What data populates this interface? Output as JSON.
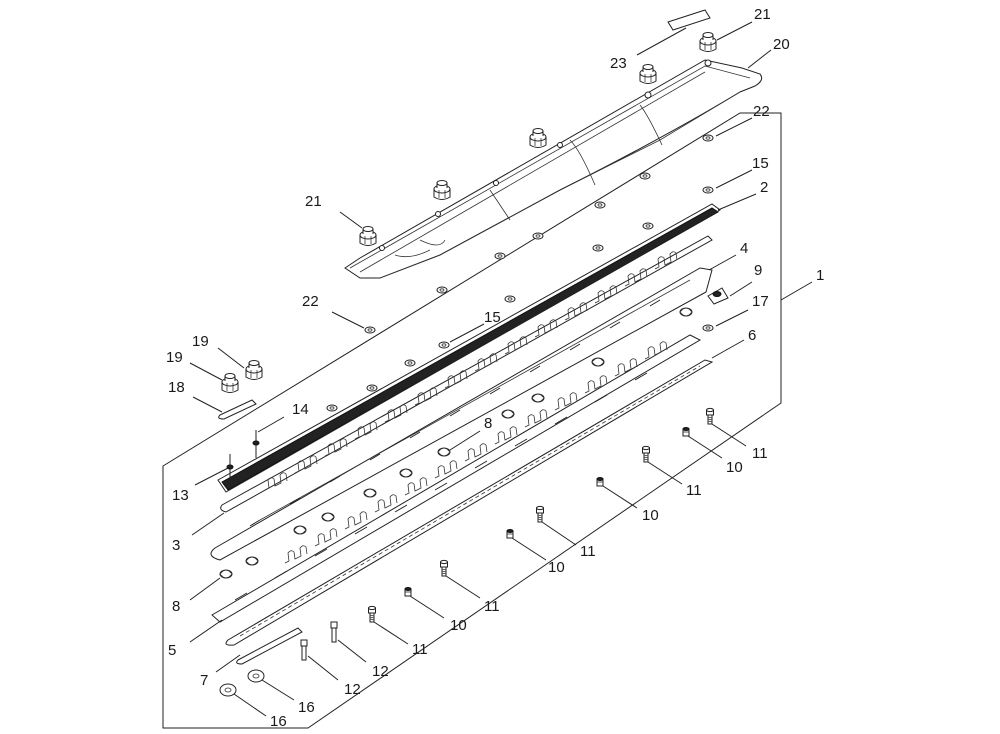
{
  "diagram": {
    "callouts": {
      "c1": "1",
      "c2": "2",
      "c3": "3",
      "c4": "4",
      "c5": "5",
      "c6": "6",
      "c7": "7",
      "c8a": "8",
      "c8b": "8",
      "c9": "9",
      "c10a": "10",
      "c10b": "10",
      "c10c": "10",
      "c10d": "10",
      "c11a": "11",
      "c11b": "11",
      "c11c": "11",
      "c11d": "11",
      "c11e": "11",
      "c12a": "12",
      "c12b": "12",
      "c13": "13",
      "c14": "14",
      "c15a": "15",
      "c15b": "15",
      "c16a": "16",
      "c16b": "16",
      "c17": "17",
      "c18": "18",
      "c19a": "19",
      "c19b": "19",
      "c20": "20",
      "c21a": "21",
      "c21b": "21",
      "c22a": "22",
      "c22b": "22",
      "c23": "23"
    }
  }
}
